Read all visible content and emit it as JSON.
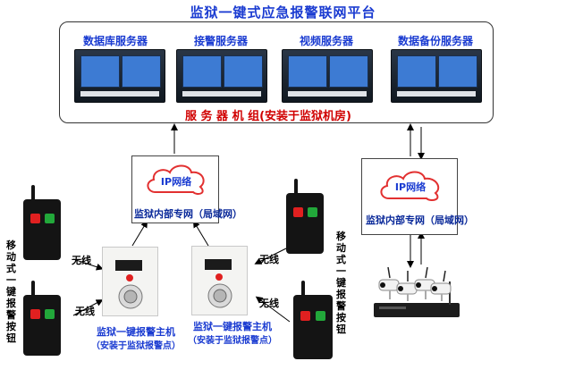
{
  "title": "监狱一键式应急报警联网平台",
  "servers": [
    {
      "label": "数据库服务器"
    },
    {
      "label": "接警服务器"
    },
    {
      "label": "视频服务器"
    },
    {
      "label": "数据备份服务器"
    }
  ],
  "server_group_caption": "服 务 器 机 组(安装于监狱机房)",
  "ip_networks": [
    {
      "cloud_label": "IP网络",
      "caption": "监狱内部专网（局域网）"
    },
    {
      "cloud_label": "IP网络",
      "caption": "监狱内部专网（局域网）"
    }
  ],
  "wireless_label": "无线",
  "mobile_button_label": "移动式一键报警按钮",
  "alarm_hosts": [
    {
      "caption": "监狱一键报警主机",
      "sub": "（安装于监狱报警点）"
    },
    {
      "caption": "监狱一键报警主机",
      "sub": "（安装于监狱报警点）"
    }
  ],
  "colors": {
    "title_blue": "#1a3bd1",
    "caption_red": "#d00000",
    "cloud_red": "#e23030"
  }
}
